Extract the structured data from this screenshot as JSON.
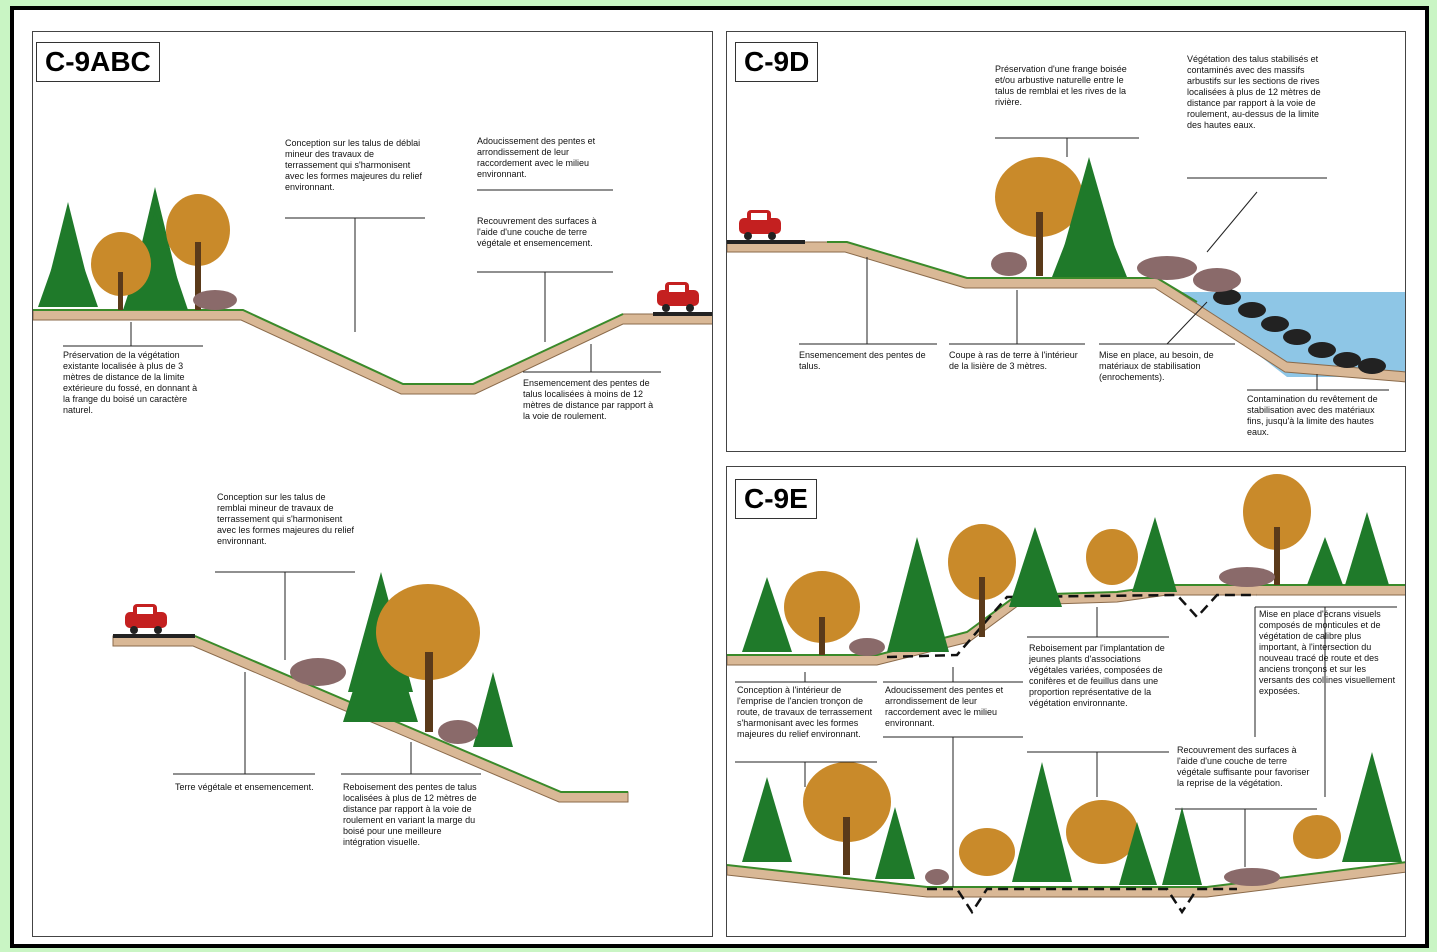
{
  "panels": {
    "abc": {
      "title": "C-9ABC",
      "notes": {
        "p1": "Préservation de la végétation existante localisée à plus de 3 mètres de distance de la limite extérieure du fossé, en donnant à la frange du boisé un caractère naturel.",
        "p2": "Conception sur les talus de déblai mineur des travaux de terrassement qui s'harmonisent avec les formes majeures du relief environnant.",
        "p3": "Adoucissement des pentes et arrondissement de leur raccordement avec le milieu environnant.",
        "p4": "Recouvrement des surfaces à l'aide d'une couche de terre végétale et ensemencement.",
        "p5": "Ensemencement des pentes de talus localisées à moins de 12 mètres de distance par rapport à la voie de roulement.",
        "p6": "Conception sur les talus de remblai mineur de travaux de terrassement qui s'harmonisent avec les formes majeures du relief environnant.",
        "p7": "Terre végétale et ensemencement.",
        "p8": "Reboisement des pentes de talus localisées à plus de 12 mètres de distance par rapport à la voie de roulement en variant la marge du boisé pour une meilleure intégration visuelle."
      }
    },
    "d": {
      "title": "C-9D",
      "notes": {
        "p1": "Préservation d'une frange boisée et/ou arbustive naturelle entre le talus de remblai et les rives de la rivière.",
        "p2": "Végétation des talus stabilisés et contaminés avec des massifs arbustifs sur les sections de rives localisées à plus de 12 mètres de distance par rapport à la voie de roulement, au-dessus de la limite des hautes eaux.",
        "p3": "Ensemencement des pentes de talus.",
        "p4": "Coupe à ras de terre à l'intérieur de la lisière de 3 mètres.",
        "p5": "Mise en place, au besoin, de matériaux de stabilisation (enrochements).",
        "p6": "Contamination du revêtement de stabilisation avec des matériaux fins, jusqu'à la limite des hautes eaux."
      }
    },
    "e": {
      "title": "C-9E",
      "notes": {
        "p1": "Conception à l'intérieur de l'emprise de l'ancien tronçon de route, de travaux de terrassement s'harmonisant avec les formes majeures du relief environnant.",
        "p2": "Adoucissement des pentes et arrondissement de leur raccordement avec le milieu environnant.",
        "p3": "Reboisement par l'implantation de jeunes plants d'associations végétales variées, composées de conifères et de feuillus dans une proportion représentative de la végétation environnante.",
        "p4": "Mise en place d'écrans visuels composés de monticules et de végétation de calibre plus important, à l'intersection du nouveau tracé de route et des anciens tronçons et sur les versants des collines visuellement exposées.",
        "p5": "Recouvrement des surfaces à l'aide d'une couche de terre végétale suffisante pour favoriser la reprise de la végétation."
      }
    }
  },
  "colors": {
    "soil": "#d9b896",
    "soil_edge": "#8a6a4a",
    "grass": "#3a8a2a",
    "conifer": "#1f7a2a",
    "deciduous": "#c98a2a",
    "shrub": "#8a6a6a",
    "water": "#8ec6e6",
    "car": "#c42020"
  }
}
